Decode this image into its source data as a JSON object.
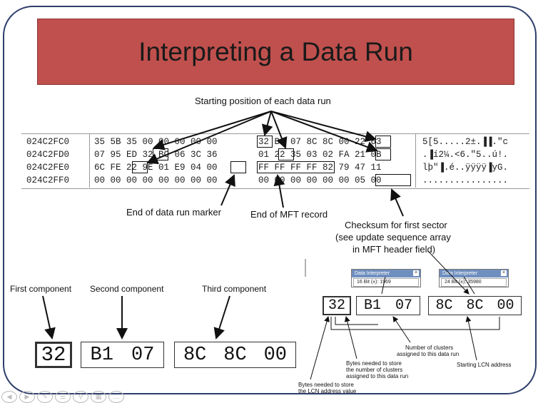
{
  "title": "Interpreting a Data Run",
  "labels": {
    "starting_position": "Starting position of each data run",
    "end_marker": "End of data run marker",
    "end_mft": "End of MFT record",
    "checksum_line1": "Checksum for first sector",
    "checksum_line2": "(see update sequence array",
    "checksum_line3": "in MFT header field)",
    "first_component": "First component",
    "second_component": "Second component",
    "third_component": "Third component",
    "clusters_line1": "Number of clusters",
    "clusters_line2": "assigned to this data run",
    "bytes_clusters_line1": "Bytes needed to store",
    "bytes_clusters_line2": "the number of clusters",
    "bytes_clusters_line3": "assigned to this data run",
    "lcn_line1": "Bytes needed to store",
    "lcn_line2": "the LCN address value",
    "starting_lcn": "Starting LCN address"
  },
  "hex_rows": [
    {
      "offset": "024C2FC0",
      "b1": "35 5B 35 00 00 00 00 00",
      "b2": "32 B1 07 8C 8C 00 22 63",
      "ascii": "5[5.....2±.▐▐.\"c"
    },
    {
      "offset": "024C2FD0",
      "b1": "07 95 ED 32 BC 06 3C 36",
      "b2": "01 22 35 03 02 FA 21 0B",
      "ascii": ".▐í2¼.<6.\"5..ú!."
    },
    {
      "offset": "024C2FE0",
      "b1": "6C FE 22 9E 01 E9 04 00",
      "b2": "FF FF FF FF 82 79 47 11",
      "ascii": "lþ\"▐.é..ÿÿÿÿ▐yG."
    },
    {
      "offset": "024C2FF0",
      "b1": "00 00 00 00 00 00 00 00",
      "b2": "00 00 00 00 00 00 05 00",
      "ascii": "................"
    }
  ],
  "left_components": {
    "first": "32",
    "second_a": "B1",
    "second_b": "07",
    "third_a": "8C",
    "third_b": "8C",
    "third_c": "00"
  },
  "right_components": {
    "first": "32",
    "second_a": "B1",
    "second_b": "07",
    "third_a": "8C",
    "third_b": "8C",
    "third_c": "00"
  },
  "data_interpreter": [
    {
      "title": "Data Interpreter",
      "value": "16 Bit (±): 1969"
    },
    {
      "title": "Data Interpreter",
      "value": "24 Bit (±): 35980"
    }
  ],
  "nav_icons": [
    "prev-icon",
    "play-icon",
    "pen-icon",
    "menu-icon",
    "zoom-icon",
    "grid-icon",
    "more-icon"
  ],
  "colors": {
    "title_bar": "#c0504d",
    "border": "#2e3f6b",
    "interpreter_header": "#6f8fbf"
  }
}
